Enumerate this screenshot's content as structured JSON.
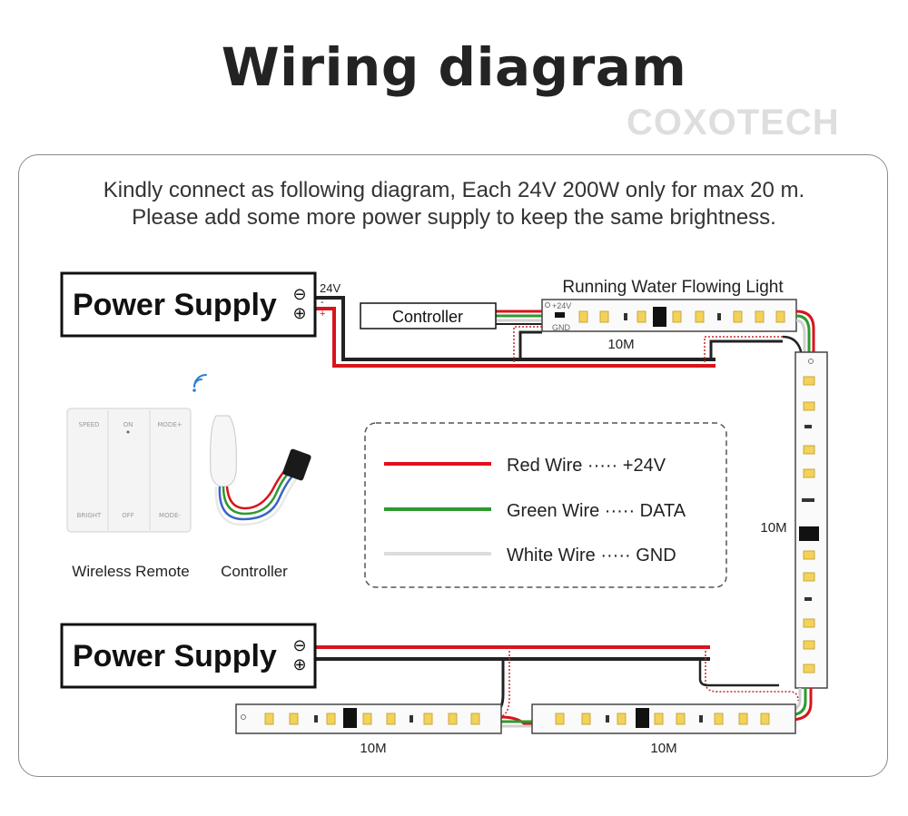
{
  "title": "Wiring diagram",
  "brand": "COXOTECH",
  "intro": {
    "line1": "Kindly connect as following diagram, Each 24V 200W only for max 20 m.",
    "line2": "Please add some more power supply to keep the same brightness."
  },
  "power_supply_top": {
    "label": "Power Supply",
    "voltage": "24V",
    "minus_symbol": "⊖",
    "plus_symbol": "⊕",
    "minus_mark": "-",
    "plus_mark": "+"
  },
  "power_supply_bottom": {
    "label": "Power Supply",
    "minus_symbol": "⊖",
    "plus_symbol": "⊕"
  },
  "controller_box": {
    "label": "Controller"
  },
  "strip_title": "Running Water Flowing Light",
  "strip_top": {
    "length": "10M",
    "pin_24v": "+24V",
    "pin_gnd": "GND"
  },
  "strip_right": {
    "length": "10M"
  },
  "strip_bottom_left": {
    "length": "10M"
  },
  "strip_bottom_right": {
    "length": "10M"
  },
  "devices": {
    "remote_label": "Wireless Remote",
    "controller_label": "Controller",
    "remote_buttons": [
      "SPEED",
      "ON",
      "MODE+",
      "BRIGHT",
      "OFF",
      "MODE-"
    ]
  },
  "legend": [
    {
      "color": "#e0101a",
      "text": "Red Wire ····· +24V"
    },
    {
      "color": "#2e9a2e",
      "text": "Green Wire ····· DATA"
    },
    {
      "color": "#dcdcdc",
      "text": "White Wire ····· GND"
    }
  ],
  "colors": {
    "red_wire": "#d8141c",
    "black_wire": "#222222",
    "green_wire": "#2e9a2e",
    "white_wire": "#d8d8d8",
    "led_yellow": "#f3d25a",
    "ic_chip": "#111111",
    "wifi_blue": "#2a7fd4",
    "brand_gray": "#dedede"
  }
}
